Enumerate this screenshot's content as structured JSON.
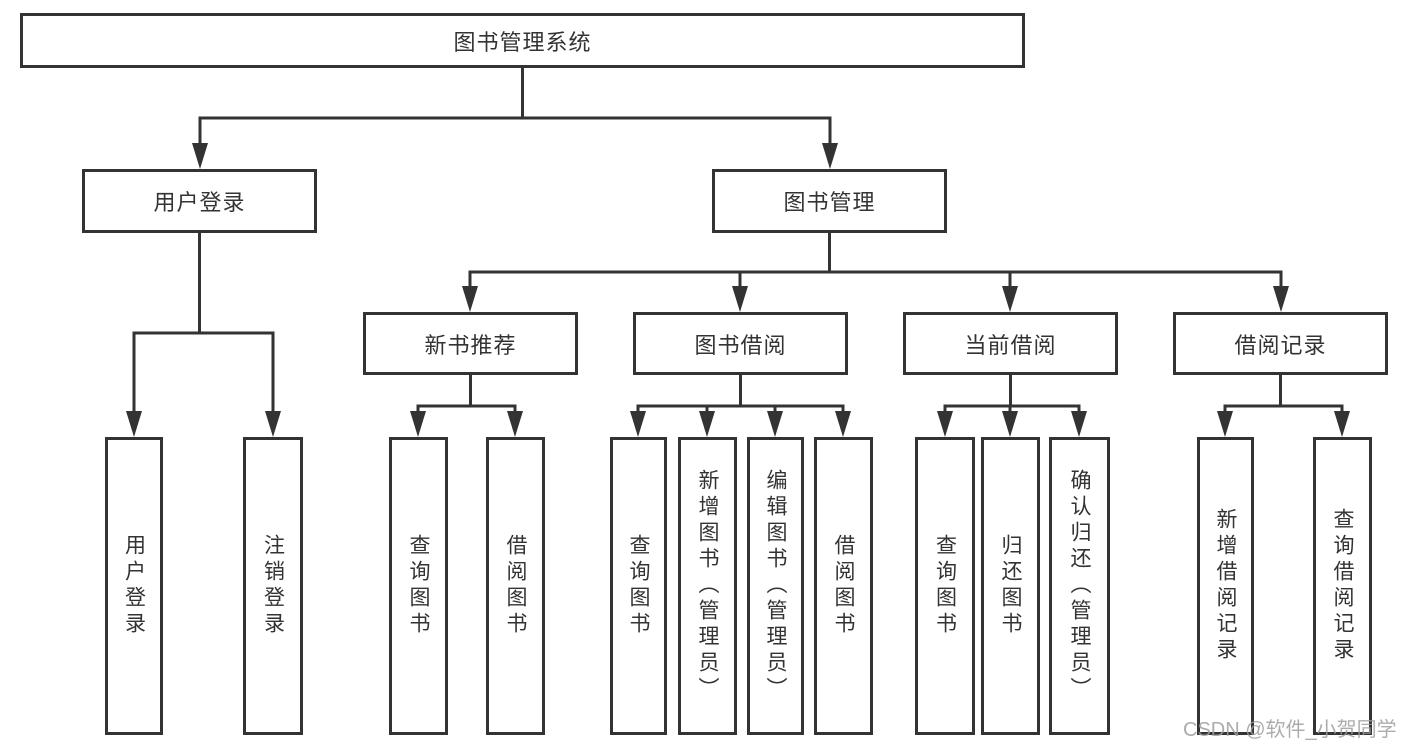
{
  "nodes": {
    "root": {
      "label": "图书管理系统"
    },
    "level2": [
      {
        "label": "用户登录"
      },
      {
        "label": "图书管理"
      }
    ],
    "level3": [
      {
        "label": "新书推荐"
      },
      {
        "label": "图书借阅"
      },
      {
        "label": "当前借阅"
      },
      {
        "label": "借阅记录"
      }
    ],
    "leaves": [
      {
        "label": "用户登录"
      },
      {
        "label": "注销登录"
      },
      {
        "label": "查询图书"
      },
      {
        "label": "借阅图书"
      },
      {
        "label": "查询图书"
      },
      {
        "label": "新增图书（管理员）"
      },
      {
        "label": "编辑图书（管理员）"
      },
      {
        "label": "借阅图书"
      },
      {
        "label": "查询图书"
      },
      {
        "label": "归还图书"
      },
      {
        "label": "确认归还（管理员）"
      },
      {
        "label": "新增借阅记录"
      },
      {
        "label": "查询借阅记录"
      }
    ]
  },
  "watermark": "CSDN @软件_小贺同学",
  "colors": {
    "line": "#333333",
    "text": "#333333",
    "watermark": "#9e9e9e",
    "background": "#ffffff"
  }
}
